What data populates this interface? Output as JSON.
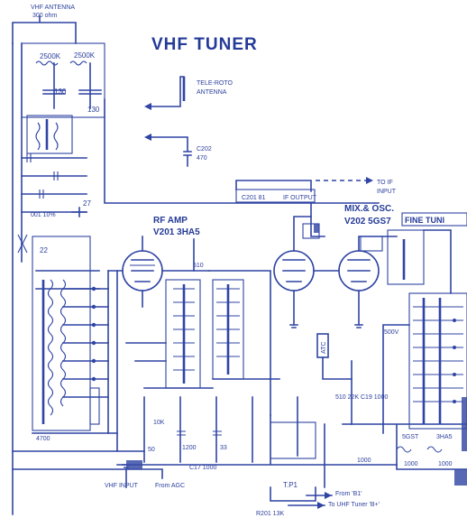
{
  "title": "VHF TUNER",
  "labels": {
    "antenna_in": "VHF ANTENNA",
    "antenna_imp": "300 ohm",
    "tele_roto_1": "TELE-ROTO",
    "tele_roto_2": "ANTENNA",
    "c202": "C202",
    "c202_val": "470",
    "to_if_1": "TO IF",
    "to_if_2": "INPUT",
    "c201": "C201 81",
    "if_output": "IF OUTPUT",
    "rf_amp": "RF AMP",
    "v201": "V201 3HA5",
    "mix_osc": "MIX.& OSC.",
    "v202": "V202 5GS7",
    "fine_tune": "FINE TUNI",
    "agc": "ATC",
    "b500v": "500V",
    "c1000": "C19 1000",
    "vhf_input": "VHF INPUT",
    "from_agc": "From AGC",
    "from_b1": "From 'B1'",
    "to_uhf": "To UHF Tuner 'B+'",
    "sgst": "5GST",
    "ha5": "3HA5",
    "tp1": "T.P1",
    "c1000b": "C17 1000",
    "r201": "R201 13K",
    "c2500_a": "2500K",
    "c2500_b": "2500K",
    "val_130a": "130",
    "val_130b": "130",
    "c27": "27",
    "c22": "22",
    "r4700": "4700",
    "c1200": "1200",
    "c33": "33",
    "c50": "50",
    "c1000c": "1000",
    "c1000d": "1000",
    "c1000e": "1000",
    "r10k": "10K",
    "s10": "510",
    "r22k": "510 22K",
    "c0001": "001 10%"
  }
}
